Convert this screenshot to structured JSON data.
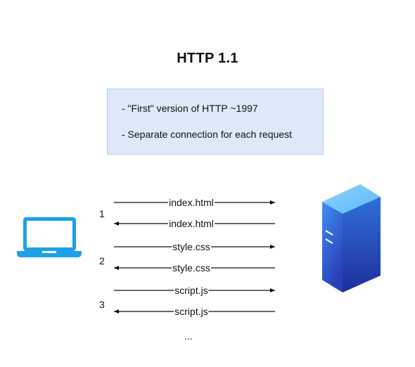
{
  "title": "HTTP 1.1",
  "info": {
    "line1": "- \"First\" version of HTTP ~1997",
    "line2": "- Separate connection for each request"
  },
  "steps": [
    "1",
    "2",
    "3"
  ],
  "messages": [
    {
      "label": "index.html",
      "direction": "to-server"
    },
    {
      "label": "index.html",
      "direction": "to-client"
    },
    {
      "label": "style.css",
      "direction": "to-server"
    },
    {
      "label": "style.css",
      "direction": "to-client"
    },
    {
      "label": "script.js",
      "direction": "to-server"
    },
    {
      "label": "script.js",
      "direction": "to-client"
    }
  ],
  "ellipsis": "...",
  "icons": {
    "client": "laptop-icon",
    "server": "server-icon"
  },
  "colors": {
    "laptop": "#1da1e6",
    "server_light": "#5bb8f5",
    "server_dark": "#2a3fb8",
    "box_fill": "#dde8f8"
  }
}
